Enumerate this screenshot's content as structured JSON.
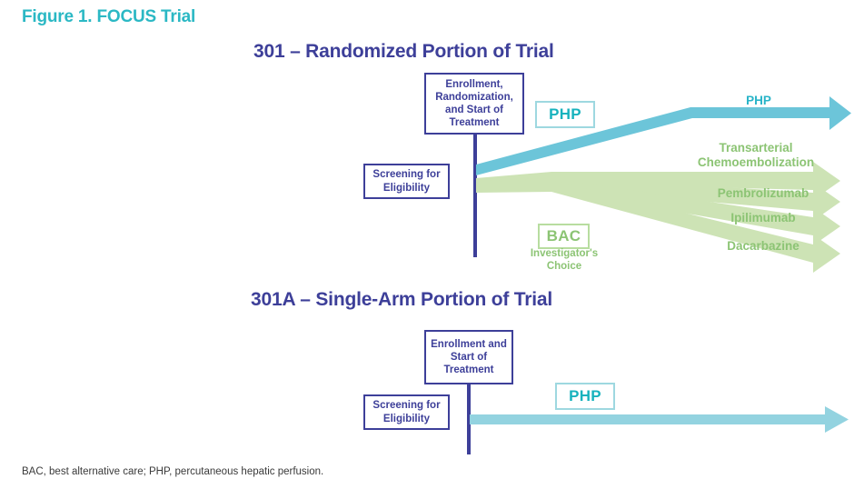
{
  "figure": {
    "title": "Figure 1. FOCUS Trial",
    "footnote": "BAC, best alternative care; PHP, percutaneous hepatic perfusion."
  },
  "colors": {
    "title_teal": "#2bb8c4",
    "heading_purple": "#3d3f99",
    "php_arrow_teal": "#6cc5d9",
    "php_arrow_teal_light": "#93d3e0",
    "bac_arrow_green": "#cde3b5",
    "bac_text_green": "#8cc474",
    "php_text_teal": "#28b4c8",
    "box_border_purple": "#3d3f99"
  },
  "sections": {
    "randomized": {
      "heading": "301 – Randomized Portion of Trial",
      "enrollment_box": "Enrollment,\nRandomization,\nand Start of\nTreatment",
      "screening_box": "Screening for\nEligibility",
      "php_tag": "PHP",
      "bac_tag": "BAC",
      "bac_sublabel": "Investigator's\nChoice",
      "arms": [
        {
          "label": "PHP",
          "type": "php"
        },
        {
          "label": "Transarterial\nChemoembolization",
          "type": "bac"
        },
        {
          "label": "Pembrolizumab",
          "type": "bac"
        },
        {
          "label": "Ipilimumab",
          "type": "bac"
        },
        {
          "label": "Dacarbazine",
          "type": "bac"
        }
      ]
    },
    "single_arm": {
      "heading": "301A – Single-Arm Portion of Trial",
      "enrollment_box": "Enrollment and\nStart of\nTreatment",
      "screening_box": "Screening for\nEligibility",
      "php_tag": "PHP"
    }
  }
}
